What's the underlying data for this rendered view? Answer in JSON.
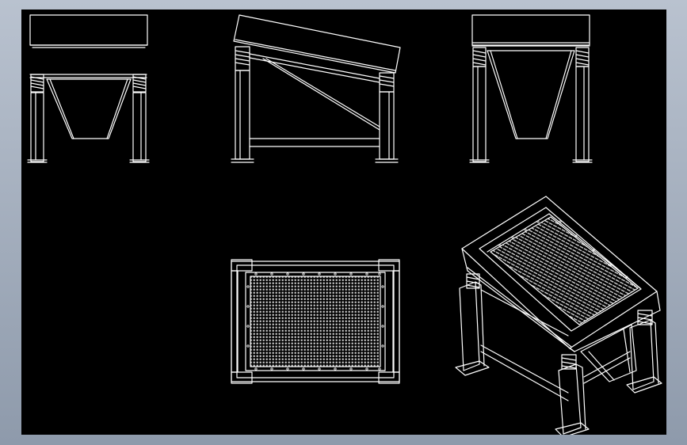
{
  "app": {
    "window_background": "#9aa5b5",
    "viewport_background": "#000000",
    "line_color": "#ffffff"
  },
  "drawing": {
    "views": [
      {
        "id": "front-view"
      },
      {
        "id": "side-view"
      },
      {
        "id": "rear-view"
      },
      {
        "id": "top-view"
      },
      {
        "id": "isometric-view"
      }
    ]
  }
}
